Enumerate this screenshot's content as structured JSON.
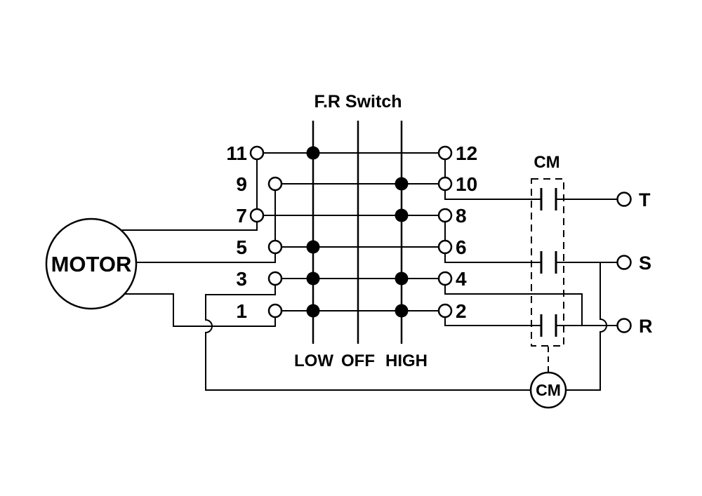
{
  "diagram": {
    "title": "F.R Switch",
    "colors": {
      "ink": "#000000",
      "background": "#ffffff"
    },
    "switch": {
      "positions": [
        "LOW",
        "OFF",
        "HIGH"
      ],
      "left_terminals": [
        "11",
        "9",
        "7",
        "5",
        "3",
        "1"
      ],
      "right_terminals": [
        "12",
        "10",
        "8",
        "6",
        "4",
        "2"
      ]
    },
    "motor": {
      "label": "MOTOR"
    },
    "contactor": {
      "label": "CM",
      "coil_label": "CM"
    },
    "supply": {
      "terminals": [
        "T",
        "S",
        "R"
      ]
    }
  }
}
